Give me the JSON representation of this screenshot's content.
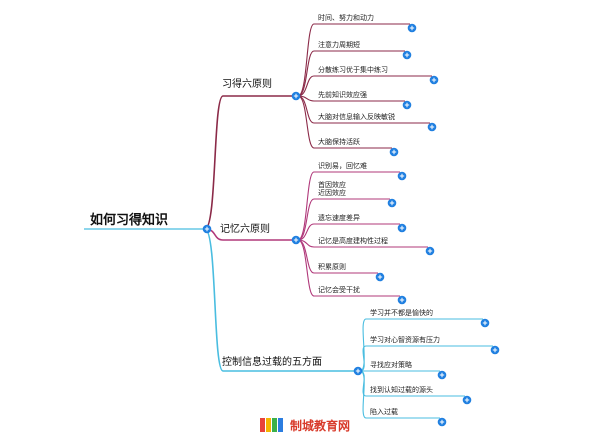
{
  "root": {
    "label": "如何习得知识"
  },
  "branches": [
    {
      "label": "习得六原则",
      "color": "#8b2a48",
      "leaves": [
        "时间、努力和动力",
        "注意力周期短",
        "分散练习优于集中练习",
        "先前知识效应强",
        "大脑对信息输入反映敏锐",
        "大脑保持活跃"
      ]
    },
    {
      "label": "记忆六原则",
      "color": "#b0387a",
      "leaves": [
        "识别易，回忆难",
        "首因效应\n近因效应",
        "遗忘速度差异",
        "记忆是高度建构性过程",
        "积累原则",
        "记忆会受干扰"
      ]
    },
    {
      "label": "控制信息过载的五方面",
      "color": "#49bde0",
      "leaves": [
        "学习并不都是愉快的",
        "学习对心智资源有压力",
        "寻找应对策略",
        "找到认知过载的源头",
        "陷入过载"
      ]
    }
  ],
  "colors": {
    "root_line": "#49bde0",
    "node_dot": "#1f7fe0"
  },
  "watermark": {
    "text": "制城教育网"
  }
}
